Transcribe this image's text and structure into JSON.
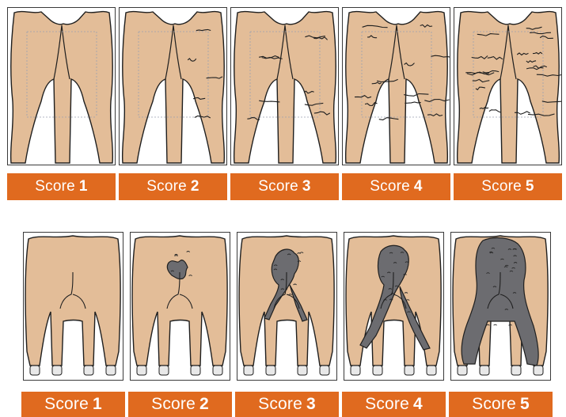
{
  "colors": {
    "wool": "#e3bd98",
    "outline": "#1f1f1f",
    "dag": "#6c6c70",
    "label_bg": "#e06a1f",
    "label_text": "#ffffff",
    "hoof": "#e8e8e8"
  },
  "wrinkle_row": {
    "labels": [
      {
        "word": "Score",
        "num": "1",
        "level": 1
      },
      {
        "word": "Score",
        "num": "2",
        "level": 2
      },
      {
        "word": "Score",
        "num": "3",
        "level": 3
      },
      {
        "word": "Score",
        "num": "4",
        "level": 4
      },
      {
        "word": "Score",
        "num": "5",
        "level": 5
      }
    ]
  },
  "dag_row": {
    "labels": [
      {
        "word": "Score",
        "num": "1",
        "level": 1
      },
      {
        "word": "Score",
        "num": "2",
        "level": 2
      },
      {
        "word": "Score",
        "num": "3",
        "level": 3
      },
      {
        "word": "Score",
        "num": "4",
        "level": 4
      },
      {
        "word": "Score",
        "num": "5",
        "level": 5
      }
    ]
  }
}
